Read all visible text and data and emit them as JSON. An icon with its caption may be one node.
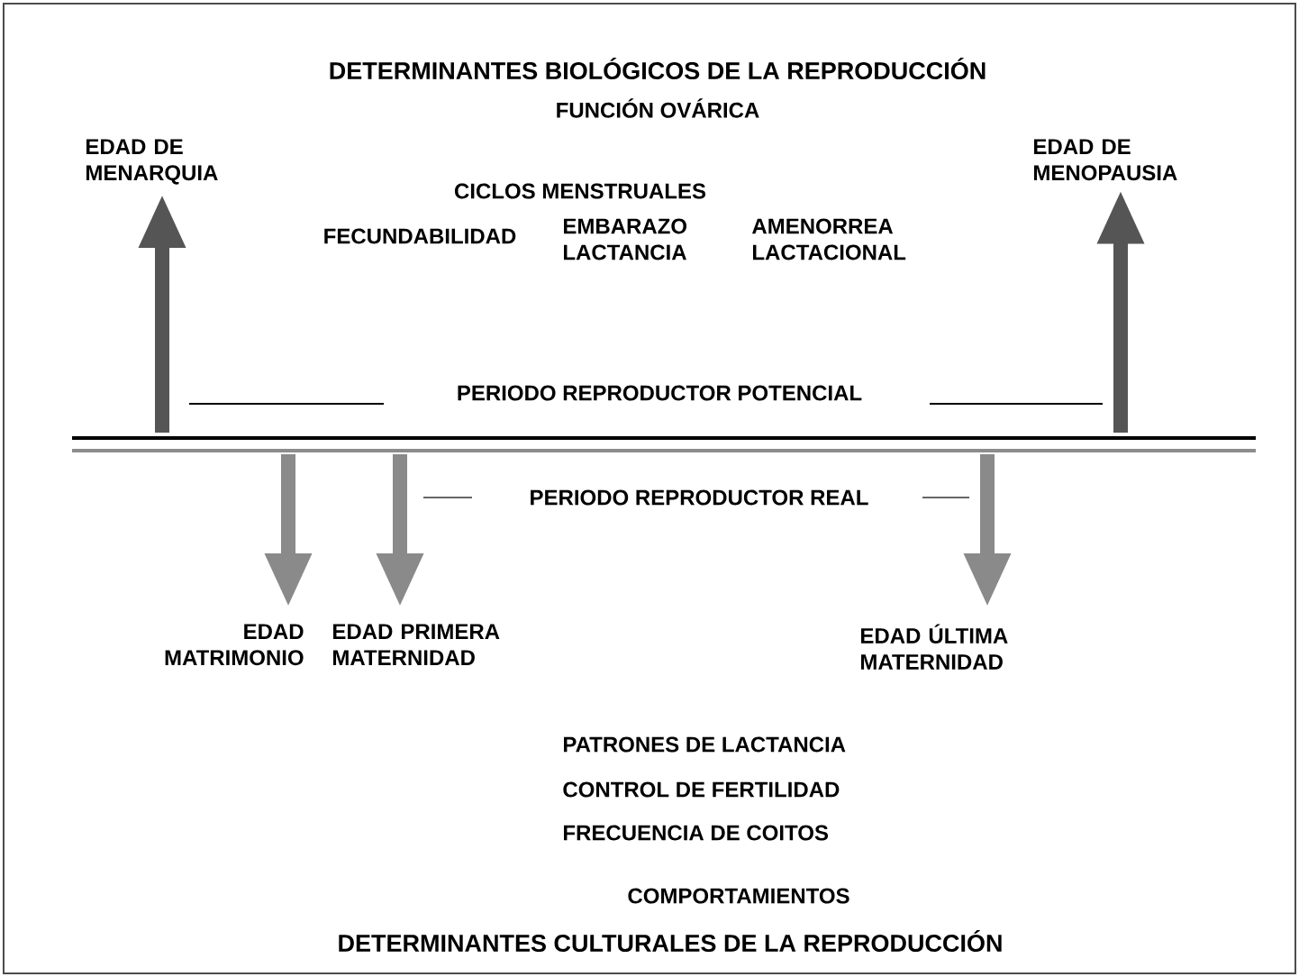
{
  "diagram": {
    "title": "DETERMINANTES BIOLÓGICOS DE LA REPRODUCCIÓN",
    "nodes": [
      {
        "text": [
          "EDAD DE MENARQUIA"
        ]
      },
      {
        "text": [
          "EDAD DE MENOPAUSIA"
        ]
      },
      {
        "text": [
          "EDAD MATRIMONIO"
        ]
      },
      {
        "text": [
          "EDAD PRIMERA MATERNIDAD"
        ]
      },
      {
        "text": [
          "EDAD ÚLTIMA MATERNIDAD"
        ]
      }
    ],
    "edges": [
      {
        "from": null,
        "to": 0,
        "arrow": "to",
        "color": "#555555"
      },
      {
        "from": null,
        "to": 1,
        "arrow": "to",
        "color": "#555555"
      },
      {
        "from": null,
        "to": 2,
        "arrow": "to"
      },
      {
        "from": null,
        "to": 3,
        "arrow": "to"
      },
      {
        "from": null,
        "to": 4,
        "arrow": "to"
      }
    ],
    "labels": [
      "FUNCIÓN OVÁRICA",
      "CICLOS MENSTRUALES",
      "FECUNDABILIDAD",
      "EMBARAZO LACTANCIA",
      "AMENORREA LACTACIONAL",
      "PERIODO REPRODUCTOR POTENCIAL",
      "PERIODO REPRODUCTOR REAL",
      "PATRONES DE LACTANCIA",
      "CONTROL DE FERTILIDAD",
      "FRECUENCIA DE COITOS",
      "COMPORTAMIENTOS",
      "DETERMINANTES CULTURALES DE LA REPRODUCCIÓN"
    ]
  }
}
